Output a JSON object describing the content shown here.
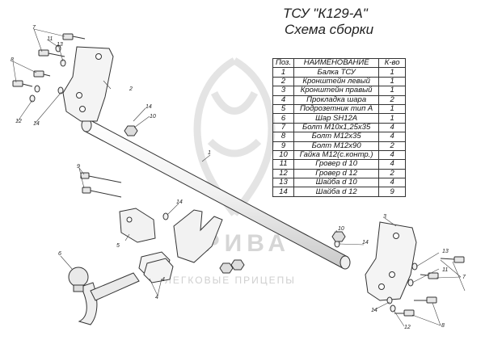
{
  "title": "ТСУ \"К129-А\"",
  "subtitle": "Схема сборки",
  "table": {
    "headers": [
      "Поз.",
      "НАИМЕНОВАНИЕ",
      "К-во"
    ],
    "rows": [
      [
        "1",
        "Балка ТСУ",
        "1"
      ],
      [
        "2",
        "Кронштейн левый",
        "1"
      ],
      [
        "3",
        "Кронштейн правый",
        "1"
      ],
      [
        "4",
        "Прокладка шара",
        "2"
      ],
      [
        "5",
        "Подрозетник тип А",
        "1"
      ],
      [
        "6",
        "Шар SH12A",
        "1"
      ],
      [
        "7",
        "Болт М10х1,25х35",
        "4"
      ],
      [
        "8",
        "Болт М12х35",
        "4"
      ],
      [
        "9",
        "Болт М12х90",
        "2"
      ],
      [
        "10",
        "Гайка М12(с.контр.)",
        "4"
      ],
      [
        "11",
        "Гровер d 10",
        "4"
      ],
      [
        "12",
        "Гровер d 12",
        "2"
      ],
      [
        "13",
        "Шайба d 10",
        "4"
      ],
      [
        "14",
        "Шайба d 12",
        "9"
      ]
    ]
  },
  "watermark": {
    "brand": "АРИВА",
    "tagline": "ЛЕГКОВЫЕ ПРИЦЕПЫ"
  },
  "callouts": [
    "7",
    "11",
    "13",
    "8",
    "12",
    "14",
    "2",
    "14",
    "10",
    "1",
    "9",
    "14",
    "5",
    "6",
    "4",
    "10",
    "14",
    "3",
    "13",
    "11",
    "7",
    "14",
    "12",
    "8",
    "4"
  ]
}
